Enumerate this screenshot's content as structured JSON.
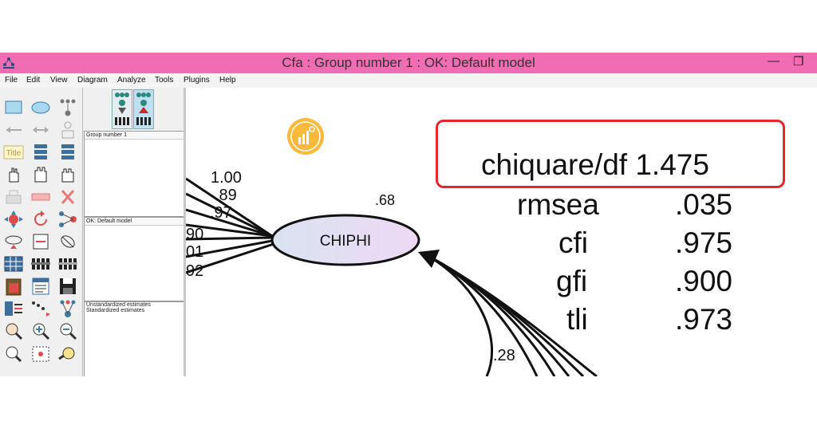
{
  "window": {
    "title": "Cfa : Group number 1 : OK: Default model",
    "minimize": "—",
    "maximize": "❐"
  },
  "menu": [
    "File",
    "Edit",
    "View",
    "Diagram",
    "Analyze",
    "Tools",
    "Plugins",
    "Help"
  ],
  "toolbox": {
    "title_tool_label": "Title"
  },
  "panels": {
    "groups_label": "Group number 1",
    "models_label": "OK: Default model",
    "estimates": [
      "Unstandardized estimates",
      "Standardized estimates"
    ]
  },
  "diagram": {
    "latent_label": "CHIPHI",
    "variance_label": ".68",
    "loadings": [
      "1.00",
      ".89",
      ".97",
      "90",
      "01",
      "92"
    ],
    "covariance_label": ".28"
  },
  "fit_indices": {
    "chisq_df": "chiquare/df 1.475",
    "rows": [
      {
        "name": "rmsea",
        "value": ".035"
      },
      {
        "name": "cfi",
        "value": ".975"
      },
      {
        "name": "gfi",
        "value": ".900"
      },
      {
        "name": "tli",
        "value": ".973"
      }
    ]
  },
  "colors": {
    "titlebar": "#f06cb3",
    "highlight_box": "#e3262b",
    "ellipse_fill": "#e6ddf2",
    "watermark": "#f9b93a"
  }
}
